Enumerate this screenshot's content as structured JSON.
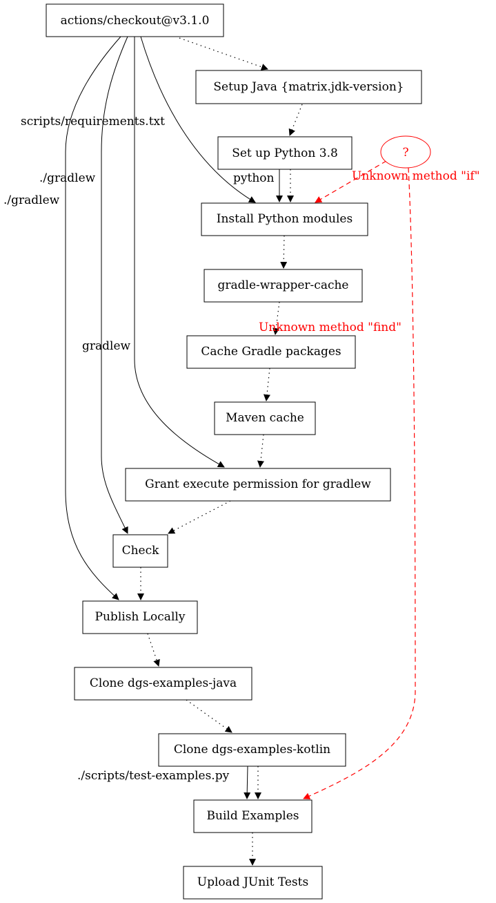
{
  "nodes": {
    "checkout": "actions/checkout@v3.1.0",
    "setup_java": "Setup Java {matrix.jdk-version}",
    "setup_python": "Set up Python 3.8",
    "install_python_modules": "Install Python modules",
    "gradle_wrapper_cache": "gradle-wrapper-cache",
    "cache_gradle_packages": "Cache Gradle packages",
    "maven_cache": "Maven cache",
    "grant_execute": "Grant execute permission for gradlew",
    "check": "Check",
    "publish_locally": "Publish Locally",
    "clone_java": "Clone dgs-examples-java",
    "clone_kotlin": "Clone dgs-examples-kotlin",
    "build_examples": "Build Examples",
    "upload_junit": "Upload JUnit Tests",
    "unknown": "?"
  },
  "edge_labels": {
    "requirements": "scripts/requirements.txt",
    "gradlew_check": "./gradlew",
    "gradlew_publish": "./gradlew",
    "gradlew_grant": "gradlew",
    "python": "python",
    "test_examples": "./scripts/test-examples.py"
  },
  "annotations": {
    "unknown_if": "Unknown method \"if\"",
    "unknown_find": "Unknown method \"find\""
  },
  "colors": {
    "node_stroke": "#000000",
    "unknown_accent": "#ff0000"
  }
}
